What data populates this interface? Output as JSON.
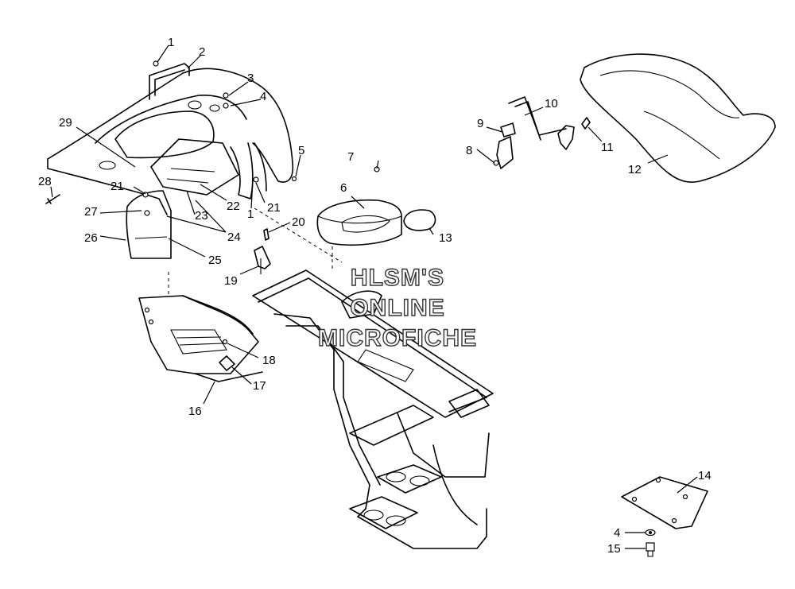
{
  "callouts": {
    "c1a": "1",
    "c2": "2",
    "c3": "3",
    "c4a": "4",
    "c5": "5",
    "c6": "6",
    "c7": "7",
    "c8": "8",
    "c9": "9",
    "c10": "10",
    "c11": "11",
    "c12": "12",
    "c13": "13",
    "c14": "14",
    "c4b": "4",
    "c15": "15",
    "c16": "16",
    "c17": "17",
    "c18": "18",
    "c19": "19",
    "c20": "20",
    "c1b": "1",
    "c21b": "21",
    "c21a": "21",
    "c22": "22",
    "c23": "23",
    "c24": "24",
    "c25": "25",
    "c26": "26",
    "c27": "27",
    "c28": "28",
    "c29": "29"
  },
  "watermark": {
    "line1": "HLSM'S",
    "line2": "ONLINE",
    "line3": "MICROFICHE"
  }
}
